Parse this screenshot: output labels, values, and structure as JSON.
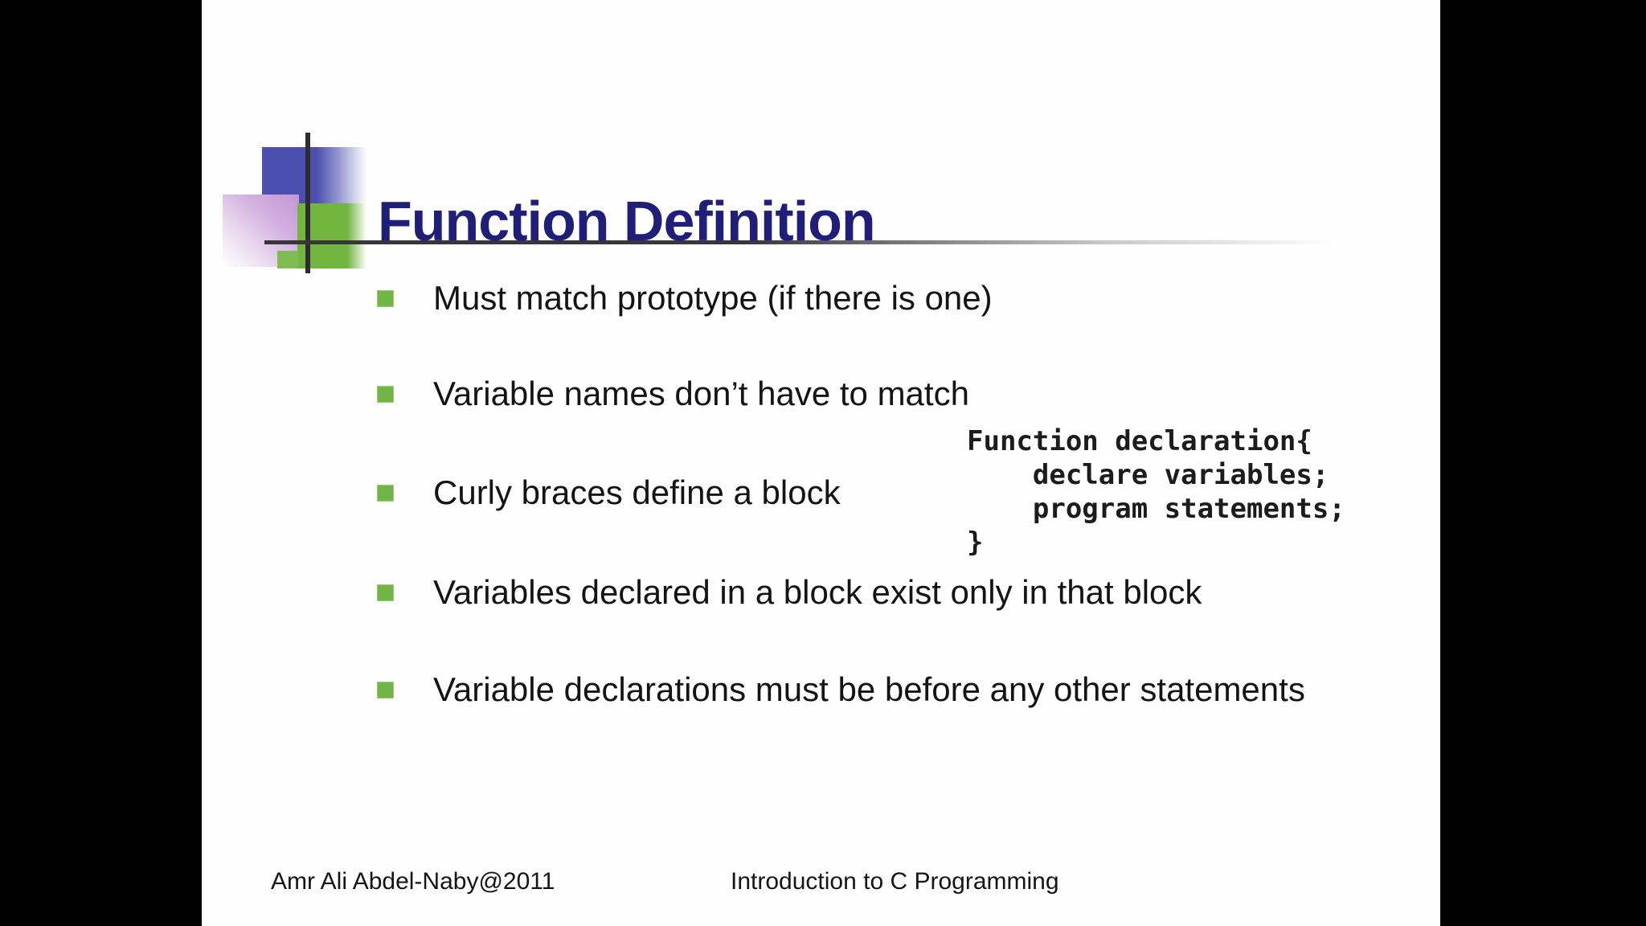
{
  "slide": {
    "title": "Function Definition",
    "bullets": [
      "Must match prototype (if there is one)",
      "Variable names don’t have to match",
      "Curly braces define a block",
      "Variables declared in a block exist only in that block",
      "Variable declarations must be before any other statements"
    ],
    "code": "Function declaration{\n    declare variables;\n    program statements;\n}",
    "footer": {
      "left": "Amr Ali Abdel-Naby@2011",
      "right": "Introduction to C Programming"
    }
  },
  "colors": {
    "title_text": "#1f1e7a",
    "body_text": "#141414",
    "bullet_green": "#72b547",
    "emblem_blue": "#4b4fad",
    "emblem_purple": "#c496d6",
    "emblem_green": "#72b53f",
    "rule_dark": "#39363b",
    "letterbox": "#010101",
    "slide_background": "#fefefe"
  }
}
